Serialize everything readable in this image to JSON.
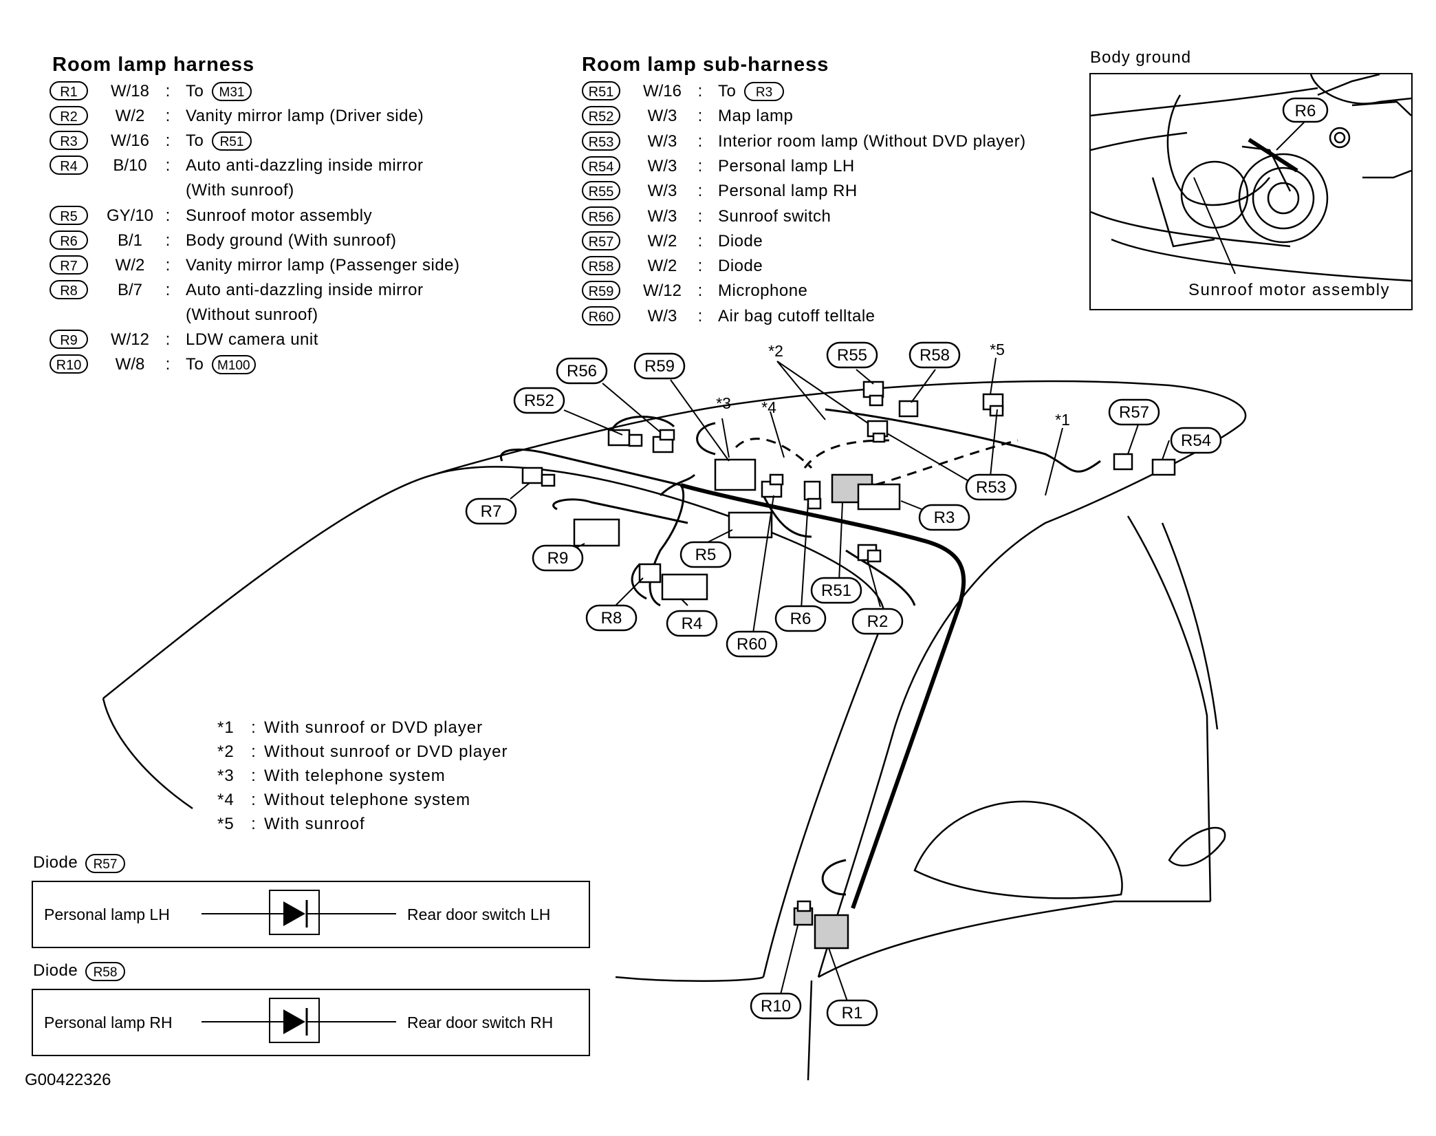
{
  "harness": {
    "title": "Room lamp harness",
    "rows": [
      {
        "code": "R1",
        "spec": "W/18",
        "colon": ":",
        "desc": "To",
        "ref": "M31"
      },
      {
        "code": "R2",
        "spec": "W/2",
        "colon": ":",
        "desc": "Vanity mirror lamp (Driver side)",
        "ref": ""
      },
      {
        "code": "R3",
        "spec": "W/16",
        "colon": ":",
        "desc": "To",
        "ref": "R51"
      },
      {
        "code": "R4",
        "spec": "B/10",
        "colon": ":",
        "desc": "Auto anti-dazzling inside mirror",
        "ref": ""
      },
      {
        "code": "",
        "spec": "",
        "colon": "",
        "desc": "(With sunroof)",
        "ref": ""
      },
      {
        "code": "R5",
        "spec": "GY/10",
        "colon": ":",
        "desc": "Sunroof motor assembly",
        "ref": ""
      },
      {
        "code": "R6",
        "spec": "B/1",
        "colon": ":",
        "desc": "Body ground (With sunroof)",
        "ref": ""
      },
      {
        "code": "R7",
        "spec": "W/2",
        "colon": ":",
        "desc": "Vanity mirror lamp (Passenger side)",
        "ref": ""
      },
      {
        "code": "R8",
        "spec": "B/7",
        "colon": ":",
        "desc": "Auto anti-dazzling inside mirror",
        "ref": ""
      },
      {
        "code": "",
        "spec": "",
        "colon": "",
        "desc": "(Without sunroof)",
        "ref": ""
      },
      {
        "code": "R9",
        "spec": "W/12",
        "colon": ":",
        "desc": "LDW camera unit",
        "ref": ""
      },
      {
        "code": "R10",
        "spec": "W/8",
        "colon": ":",
        "desc": "To",
        "ref": "M100"
      }
    ]
  },
  "subharness": {
    "title": "Room lamp sub-harness",
    "rows": [
      {
        "code": "R51",
        "spec": "W/16",
        "colon": ":",
        "desc": "To",
        "ref": "R3"
      },
      {
        "code": "R52",
        "spec": "W/3",
        "colon": ":",
        "desc": "Map lamp",
        "ref": ""
      },
      {
        "code": "R53",
        "spec": "W/3",
        "colon": ":",
        "desc": "Interior room lamp (Without DVD player)",
        "ref": ""
      },
      {
        "code": "R54",
        "spec": "W/3",
        "colon": ":",
        "desc": "Personal lamp LH",
        "ref": ""
      },
      {
        "code": "R55",
        "spec": "W/3",
        "colon": ":",
        "desc": "Personal lamp RH",
        "ref": ""
      },
      {
        "code": "R56",
        "spec": "W/3",
        "colon": ":",
        "desc": "Sunroof switch",
        "ref": ""
      },
      {
        "code": "R57",
        "spec": "W/2",
        "colon": ":",
        "desc": "Diode",
        "ref": ""
      },
      {
        "code": "R58",
        "spec": "W/2",
        "colon": ":",
        "desc": "Diode",
        "ref": ""
      },
      {
        "code": "R59",
        "spec": "W/12",
        "colon": ":",
        "desc": "Microphone",
        "ref": ""
      },
      {
        "code": "R60",
        "spec": "W/3",
        "colon": ":",
        "desc": "Air bag cutoff telltale",
        "ref": ""
      }
    ]
  },
  "inset": {
    "title": "Body ground",
    "callout": "R6",
    "caption": "Sunroof motor assembly"
  },
  "notes": [
    {
      "mark": "*1",
      "colon": ":",
      "text": "With sunroof or DVD player"
    },
    {
      "mark": "*2",
      "colon": ":",
      "text": "Without sunroof or DVD player"
    },
    {
      "mark": "*3",
      "colon": ":",
      "text": "With telephone system"
    },
    {
      "mark": "*4",
      "colon": ":",
      "text": "Without telephone system"
    },
    {
      "mark": "*5",
      "colon": ":",
      "text": "With sunroof"
    }
  ],
  "diodes": [
    {
      "label": "Diode",
      "code": "R57",
      "left": "Personal lamp LH",
      "right": "Rear door switch LH"
    },
    {
      "label": "Diode",
      "code": "R58",
      "left": "Personal lamp RH",
      "right": "Rear door switch RH"
    }
  ],
  "callouts": {
    "R56": "R56",
    "R59": "R59",
    "R52": "R52",
    "R55": "R55",
    "R58": "R58",
    "R57": "R57",
    "R54": "R54",
    "R53": "R53",
    "R3": "R3",
    "R7": "R7",
    "R9": "R9",
    "R5": "R5",
    "R8": "R8",
    "R4": "R4",
    "R60": "R60",
    "R6": "R6",
    "R51": "R51",
    "R2": "R2",
    "R10": "R10",
    "R1": "R1",
    "s1": "*1",
    "s2": "*2",
    "s3": "*3",
    "s4": "*4",
    "s5": "*5"
  },
  "figure_id": "G00422326"
}
